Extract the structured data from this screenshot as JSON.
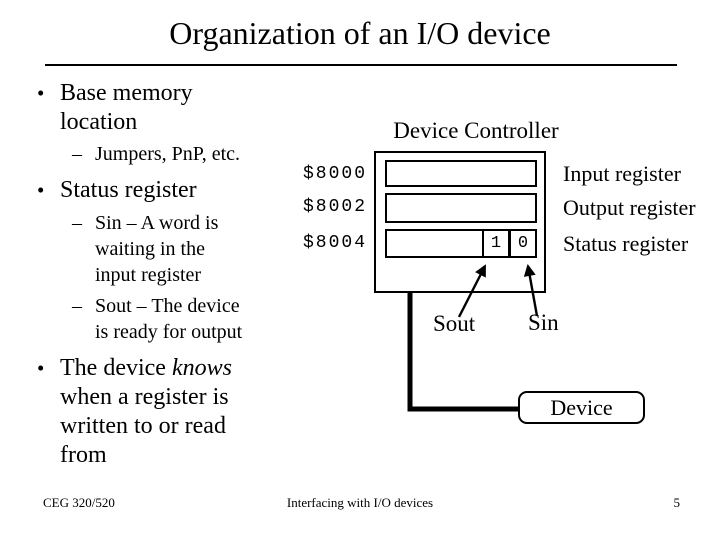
{
  "slide": {
    "title": "Organization of an I/O device"
  },
  "bullets": [
    {
      "marker": "•",
      "lines": [
        "Base memory",
        "location"
      ],
      "subs": [
        {
          "marker": "–",
          "lines": [
            "Jumpers, PnP, etc."
          ]
        }
      ]
    },
    {
      "marker": "•",
      "lines": [
        "Status register"
      ],
      "subs": [
        {
          "marker": "–",
          "lines": [
            "Sin – A word is",
            "waiting in the",
            "input register"
          ]
        },
        {
          "marker": "–",
          "lines": [
            "Sout – The device",
            "is ready for output"
          ]
        }
      ]
    },
    {
      "marker": "•",
      "line1_normal": "The device ",
      "line1_italic": "knows",
      "lines_rest": [
        "when a register is",
        "written to or read",
        "from"
      ]
    }
  ],
  "diagram": {
    "controller_title": "Device Controller",
    "registers": [
      {
        "address": "$8000",
        "label": "Input register"
      },
      {
        "address": "$8002",
        "label": "Output register"
      },
      {
        "address": "$8004",
        "label": "Status register",
        "bits": [
          "1",
          "0"
        ]
      }
    ],
    "signal_sout": "Sout",
    "signal_sin": "Sin",
    "device_label": "Device"
  },
  "footer": {
    "course": "CEG 320/520",
    "center": "Interfacing with I/O devices",
    "page": "5"
  }
}
